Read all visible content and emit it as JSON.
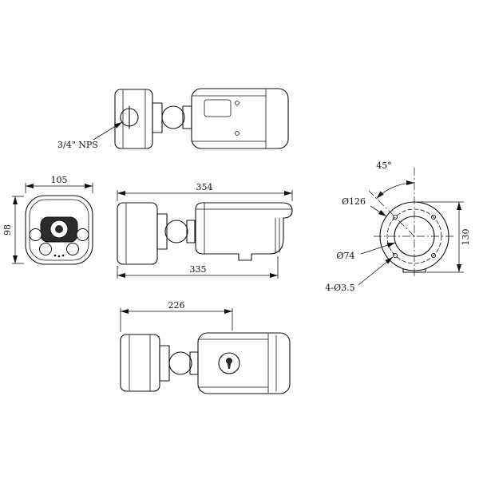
{
  "views": {
    "top": {
      "nps_label": "3/4\" NPS"
    },
    "front": {
      "width_mm": "105",
      "height_mm": "98"
    },
    "side": {
      "overall_length_mm": "354",
      "lower_length_mm": "335"
    },
    "bottom": {
      "length_mm": "226"
    },
    "back": {
      "hole_angle": "45°",
      "outer_diameter": "Ø126",
      "inner_diameter": "Ø74",
      "mount_holes": "4-Ø3.5",
      "overall_height_mm": "130"
    }
  },
  "colors": {
    "line": "#111111",
    "background": "#ffffff",
    "lens_dark": "#2b2b2b"
  }
}
